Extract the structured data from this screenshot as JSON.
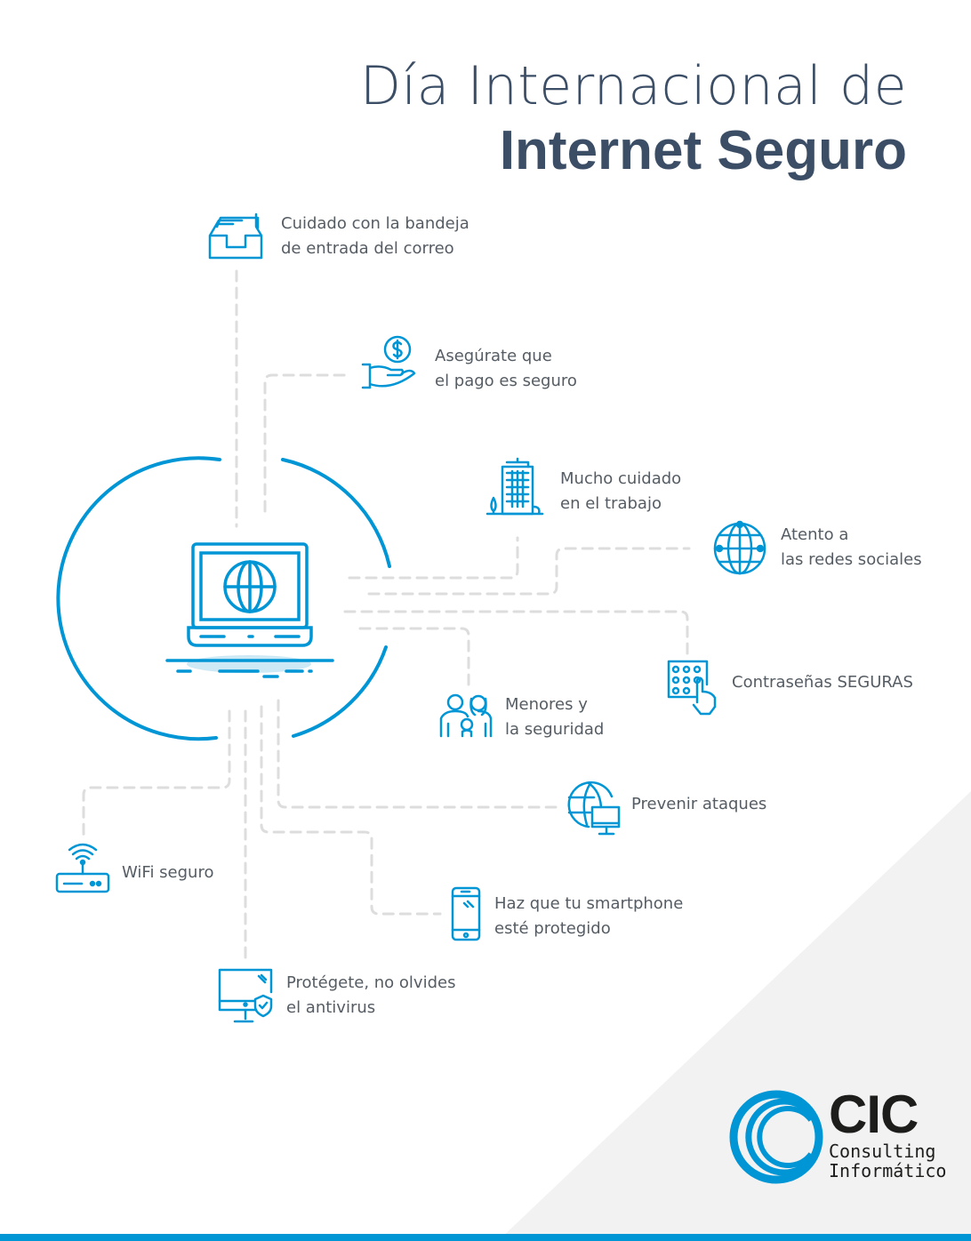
{
  "title": {
    "line1": "Día Internacional de",
    "line2": "Internet Seguro"
  },
  "tips": [
    {
      "icon": "inbox-icon",
      "line1": "Cuidado con la bandeja",
      "line2": "de entrada del correo"
    },
    {
      "icon": "payment-hand-icon",
      "line1": "Asegúrate que",
      "line2": "el pago es seguro"
    },
    {
      "icon": "office-building-icon",
      "line1": "Mucho cuidado",
      "line2": "en el trabajo"
    },
    {
      "icon": "globe-network-icon",
      "line1": "Atento a",
      "line2": "las redes sociales"
    },
    {
      "icon": "keypad-icon",
      "line1": "Contraseñas SEGURAS"
    },
    {
      "icon": "family-icon",
      "line1": "Menores y",
      "line2": "la seguridad"
    },
    {
      "icon": "globe-monitor-icon",
      "line1": "Prevenir ataques"
    },
    {
      "icon": "router-wifi-icon",
      "line1": "WiFi seguro"
    },
    {
      "icon": "smartphone-icon",
      "line1": "Haz que tu smartphone",
      "line2": "esté protegido"
    },
    {
      "icon": "monitor-shield-icon",
      "line1": "Protégete, no olvides",
      "line2": "el antivirus"
    }
  ],
  "logo": {
    "name": "CIC",
    "line1": "Consulting",
    "line2": "Informático"
  },
  "colors": {
    "accent": "#0096d6",
    "title": "#3b4e66",
    "dash": "#dddddd",
    "bg_triangle": "#f2f2f2"
  }
}
